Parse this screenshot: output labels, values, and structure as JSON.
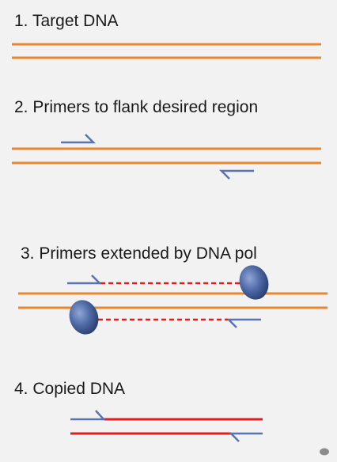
{
  "steps": [
    {
      "label": "1. Target DNA"
    },
    {
      "label": "2. Primers to flank desired region"
    },
    {
      "label": "3. Primers extended by DNA pol"
    },
    {
      "label": "4. Copied DNA"
    }
  ],
  "colors": {
    "background": "#f2f2f2",
    "dna_strand": "#e8872e",
    "primer": "#5b73b4",
    "extension": "#e01e1e",
    "polymerase": "#3d5a94",
    "corner_dot": "#8c8c8c"
  },
  "icons": {
    "polymerase": "ellipse-blob",
    "primer": "half-arrow"
  }
}
